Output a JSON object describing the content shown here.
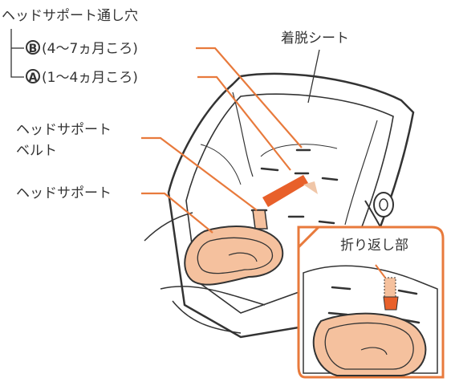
{
  "labels": {
    "hole_title": "ヘッドサポート通し穴",
    "hole_b_letter": "B",
    "hole_b_text": "(4〜7ヵ月ころ)",
    "hole_a_letter": "A",
    "hole_a_text": "(1〜4ヵ月ころ)",
    "seat_sheet": "着脱シート",
    "belt_line1": "ヘッドサポート",
    "belt_line2": "ベルト",
    "head_support": "ヘッドサポート",
    "fold_part": "折り返し部"
  },
  "colors": {
    "leader": "#e87a3c",
    "pad": "#f5c19e",
    "line": "#333333"
  }
}
